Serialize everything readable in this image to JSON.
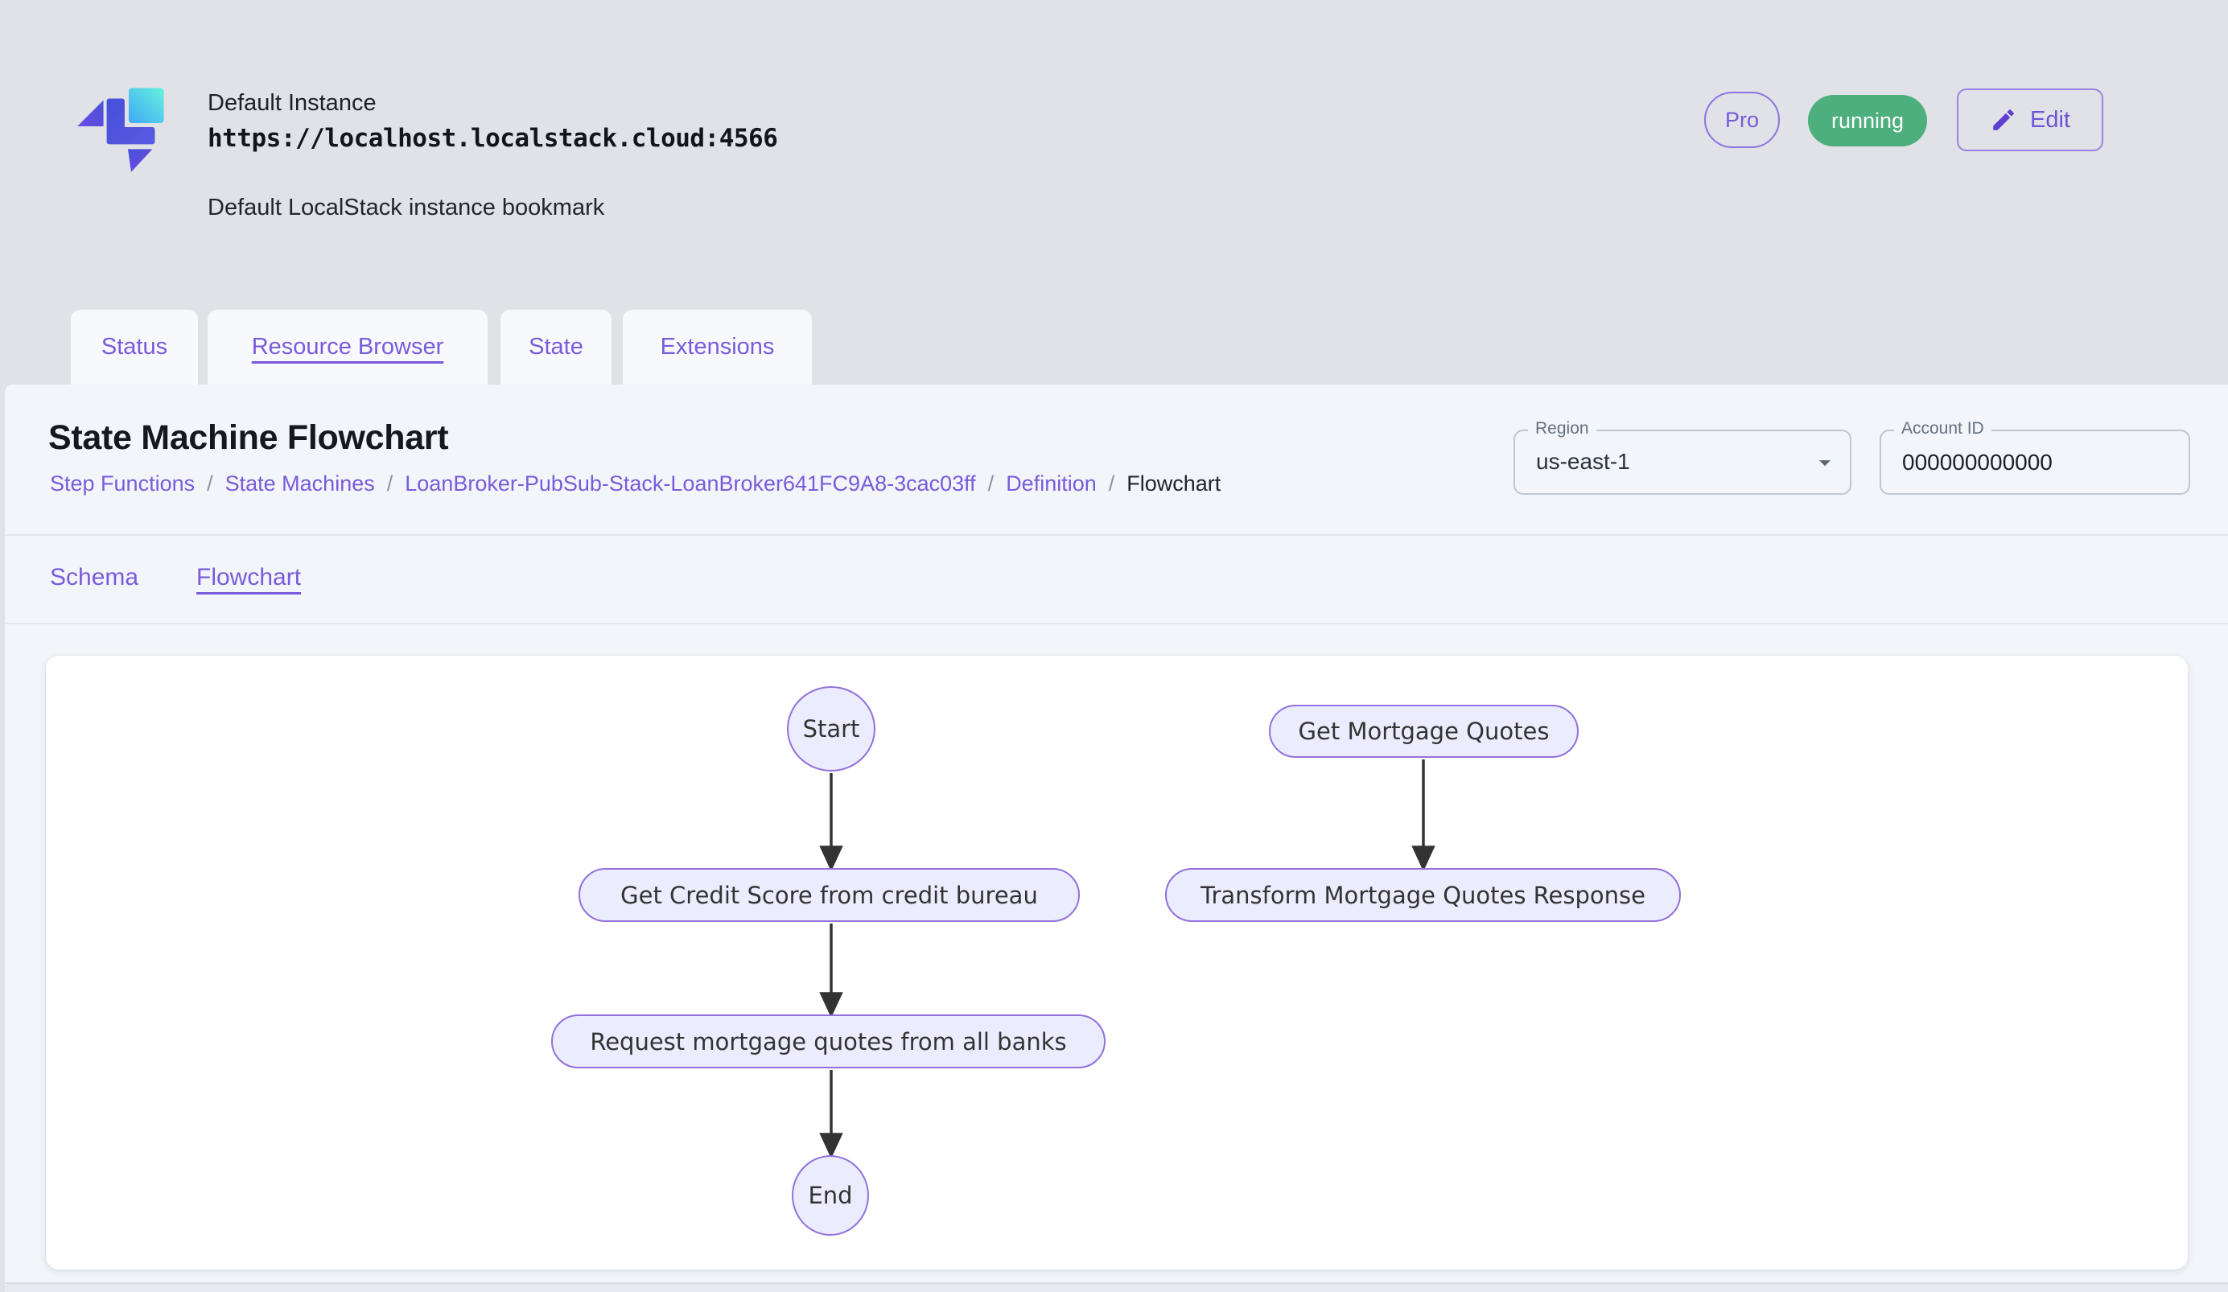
{
  "colors": {
    "accent_purple": "#7A5BDC",
    "status_green": "#4CAF7D",
    "page_background": "#E0E2E7",
    "panel_background": "#F2F5F9",
    "node_fill": "#ECECFF",
    "node_border": "#9370DB"
  },
  "header": {
    "instance_name": "Default Instance",
    "instance_url": "https://localhost.localstack.cloud:4566",
    "instance_description": "Default LocalStack instance bookmark",
    "pro_badge": "Pro",
    "status_badge": "running",
    "edit_button": "Edit"
  },
  "tabs": [
    {
      "label": "Status"
    },
    {
      "label": "Resource Browser"
    },
    {
      "label": "State"
    },
    {
      "label": "Extensions"
    }
  ],
  "page": {
    "title": "State Machine Flowchart",
    "breadcrumb_separator": "/",
    "breadcrumbs": [
      {
        "label": "Step Functions"
      },
      {
        "label": "State Machines"
      },
      {
        "label": "LoanBroker-PubSub-Stack-LoanBroker641FC9A8-3cac03ff"
      },
      {
        "label": "Definition"
      },
      {
        "label": "Flowchart"
      }
    ],
    "region_field": {
      "label": "Region",
      "value": "us-east-1"
    },
    "account_field": {
      "label": "Account ID",
      "value": "000000000000"
    }
  },
  "subtabs": [
    {
      "label": "Schema"
    },
    {
      "label": "Flowchart"
    }
  ],
  "flowchart": {
    "nodes": {
      "start": "Start",
      "get_mortgage_quotes": "Get Mortgage Quotes",
      "get_credit_score": "Get Credit Score from credit bureau",
      "transform_response": "Transform Mortgage Quotes Response",
      "request_quotes": "Request mortgage quotes from all banks",
      "end": "End"
    },
    "edges": [
      {
        "from": "start",
        "to": "get_credit_score"
      },
      {
        "from": "get_credit_score",
        "to": "request_quotes"
      },
      {
        "from": "request_quotes",
        "to": "end"
      },
      {
        "from": "get_mortgage_quotes",
        "to": "transform_response"
      }
    ]
  }
}
